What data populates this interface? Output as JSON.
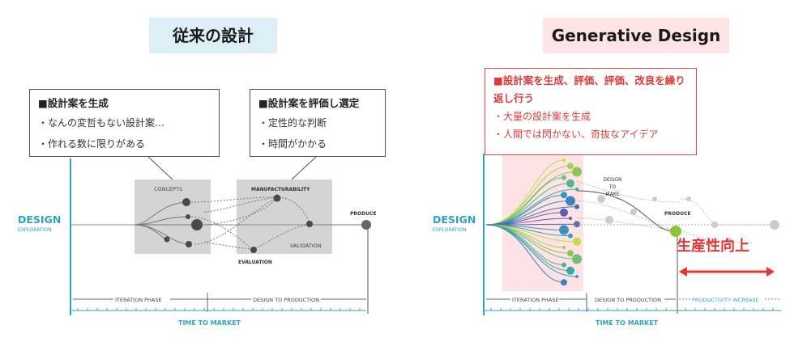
{
  "left": {
    "title": "従来の設計",
    "callout_create": {
      "head": "■設計案を生成",
      "items": [
        "・なんの変哲もない設計案…",
        "・作れる数に限りがある"
      ]
    },
    "callout_evaluate": {
      "head": "■設計案を評価し選定",
      "items": [
        "・定性的な判断",
        "・時間がかかる"
      ]
    },
    "diagram": {
      "design_label": "DESIGN",
      "exploration_label": "EXPLORATION",
      "concepts": "CONCEPTS",
      "manufacturability": "MANUFACTURABILITY",
      "validation": "VALIDATION",
      "evaluation": "EVALUATION",
      "produce": "PRODUCE",
      "iteration_phase": "ITERATION PHASE",
      "design_to_production": "DESIGN TO PRODUCTION",
      "time_to_market": "TIME TO MARKET"
    }
  },
  "right": {
    "title": "Generative Design",
    "callout": {
      "head": "■設計案を生成、評価、評価、改良を繰り返し行う",
      "items": [
        "・大量の設計案を生成",
        "・人間では閃かない、奇抜なアイデア"
      ]
    },
    "diagram": {
      "design_label": "DESIGN",
      "exploration_label": "EXPLORATION",
      "design_to_make_1": "DESIGN",
      "design_to_make_2": "TO",
      "design_to_make_3": "MAKE",
      "produce": "PRODUCE",
      "iteration_phase": "ITERATION PHASE",
      "design_to_production": "DESIGN TO PRODUCTION",
      "productivity_increase": "PRODUCTIVITY INCREASE",
      "time_to_market": "TIME TO MARKET",
      "productivity_callout": "生産性向上"
    }
  },
  "colors": {
    "accent_teal": "#2fa3c1",
    "gray_box": "#d4d4d4",
    "highlight_red": "#e83535",
    "green_produce": "#8bc33a",
    "pink_zone": "#fde3e3"
  }
}
